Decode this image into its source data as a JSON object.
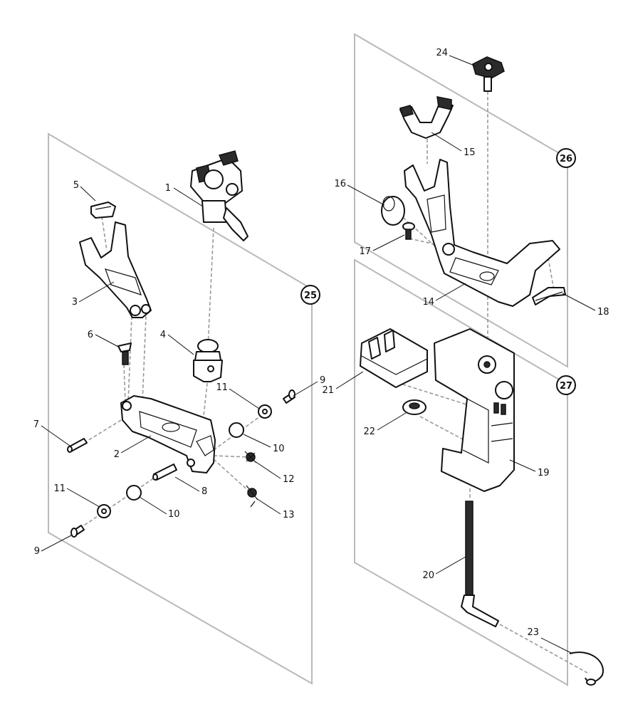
{
  "callouts": {
    "p1": "1",
    "p2": "2",
    "p3": "3",
    "p4": "4",
    "p5": "5",
    "p6": "6",
    "p7": "7",
    "p8": "8",
    "p9a": "9",
    "p9b": "9",
    "p10a": "10",
    "p10b": "10",
    "p11a": "11",
    "p11b": "11",
    "p12": "12",
    "p13": "13",
    "p14": "14",
    "p15": "15",
    "p16": "16",
    "p17": "17",
    "p18": "18",
    "p19": "19",
    "p20": "20",
    "p21": "21",
    "p22": "22",
    "p23": "23",
    "p24": "24"
  },
  "groups": {
    "g25": "25",
    "g26": "26",
    "g27": "27"
  }
}
